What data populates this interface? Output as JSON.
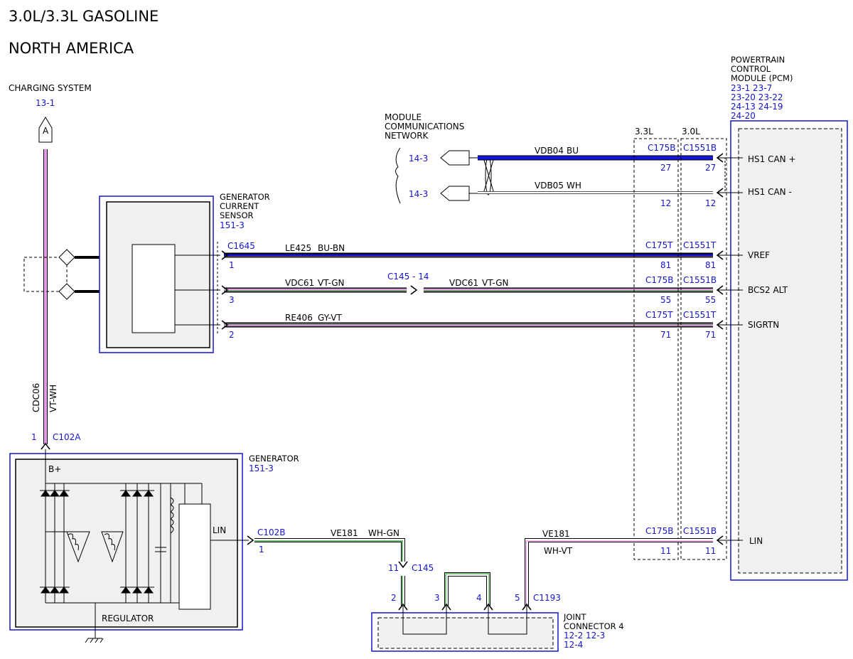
{
  "header": {
    "title": "3.0L/3.3L GASOLINE",
    "subtitle": "NORTH AMERICA"
  },
  "charging": {
    "label": "CHARGING SYSTEM",
    "ref": "13-1",
    "connector": "A"
  },
  "cdc06": {
    "circuit": "CDC06",
    "color": "VT-WH",
    "pin": "1",
    "connector": "C102A"
  },
  "mcn": {
    "l1": "MODULE",
    "l2": "COMMUNICATIONS",
    "l3": "NETWORK",
    "ref_a": "14-3",
    "ref_b": "14-3"
  },
  "pcm": {
    "l1": "POWERTRAIN",
    "l2": "CONTROL",
    "l3": "MODULE (PCM)",
    "r1": "23-1   23-7",
    "r2": "23-20 23-22",
    "r3": "24-13 24-19",
    "r4": "24-20",
    "pins": {
      "hs1p": "HS1 CAN +",
      "hs1m": "HS1 CAN -",
      "vref": "VREF",
      "bcs2": "BCS2 ALT",
      "sigrtn": "SIGRTN",
      "lin": "LIN"
    }
  },
  "variants": {
    "v33": "3.3L",
    "v30": "3.0L"
  },
  "vdb04": {
    "circuit": "VDB04",
    "color": "BU",
    "c33": "C175B",
    "c30": "C1551B",
    "p33": "27",
    "p30": "27"
  },
  "vdb05": {
    "circuit": "VDB05",
    "color": "WH",
    "p33": "12",
    "p30": "12"
  },
  "gcs": {
    "l1": "GENERATOR",
    "l2": "CURRENT",
    "l3": "SENSOR",
    "ref": "151-3",
    "connector": "C1645"
  },
  "le425": {
    "circuit": "LE425",
    "color": "BU-BN",
    "pin": "1",
    "c33": "C175T",
    "c30": "C1551T",
    "p33": "81",
    "p30": "81"
  },
  "vdc61": {
    "circuit": "VDC61",
    "color": "VT-GN",
    "pin": "3",
    "inline": "C145 - 14",
    "c33": "C175B",
    "c30": "C1551B",
    "p33": "55",
    "p30": "55"
  },
  "re406": {
    "circuit": "RE406",
    "color": "GY-VT",
    "pin": "2",
    "c33": "C175T",
    "c30": "C1551T",
    "p33": "71",
    "p30": "71"
  },
  "generator": {
    "title": "GENERATOR",
    "ref": "151-3",
    "bplus": "B+",
    "lin": "LIN",
    "regulator": "REGULATOR",
    "connector": "C102B",
    "pin": "1"
  },
  "ve181a": {
    "circuit": "VE181",
    "color": "WH-GN",
    "c145pin": "11",
    "c145": "C145"
  },
  "ve181b": {
    "circuit": "VE181",
    "color": "WH-VT",
    "c33": "C175B",
    "c30": "C1551B",
    "p33": "11",
    "p30": "11"
  },
  "jc4": {
    "l1": "JOINT",
    "l2": "CONNECTOR 4",
    "r1": "12-2   12-3",
    "r2": "12-4",
    "connector": "C1193",
    "p2": "2",
    "p3": "3",
    "p4": "4",
    "p5": "5"
  },
  "colors": {
    "blue": "#1414d2",
    "violet": "#e89be8",
    "green": "#3aa83a",
    "gray": "#8c8c8c",
    "brown": "#8a5a2a",
    "panel": "#f0f0f0"
  }
}
